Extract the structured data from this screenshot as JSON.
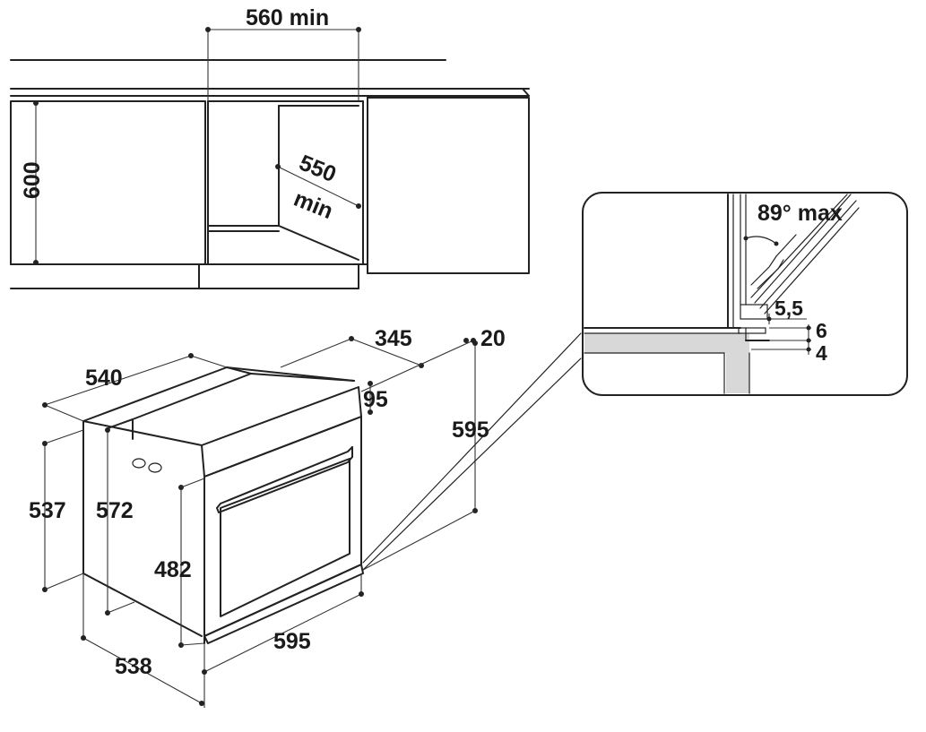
{
  "labels": {
    "niche_width": "560 min",
    "niche_height": "600",
    "niche_depth_value": "550",
    "niche_depth_unit": "min",
    "oven_depth_top": "540",
    "oven_top_section": "345",
    "panel_offset": "20",
    "front_thickness": "95",
    "oven_height": "595",
    "body_height_outer": "537",
    "body_height_inner": "572",
    "door_height": "482",
    "oven_width": "595",
    "body_depth_bottom": "538",
    "door_angle": "89° max",
    "gap_side": "5,5",
    "gap_top": "6",
    "gap_bottom": "4"
  }
}
